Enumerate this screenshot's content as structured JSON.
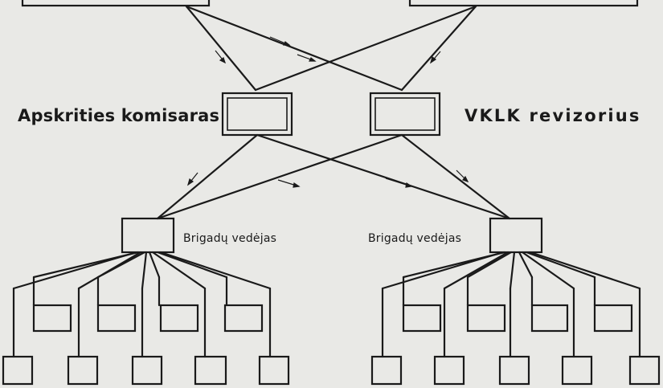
{
  "labels": {
    "county_commissioner": "Apskrities komisaras",
    "auditor": "VKLK revizorius",
    "brigade_leader_left": "Brigadų vedėjas",
    "brigade_leader_right": "Brigadų vedėjas"
  },
  "colors": {
    "ink": "#1a1a1a",
    "paper": "#e9e9e6"
  }
}
